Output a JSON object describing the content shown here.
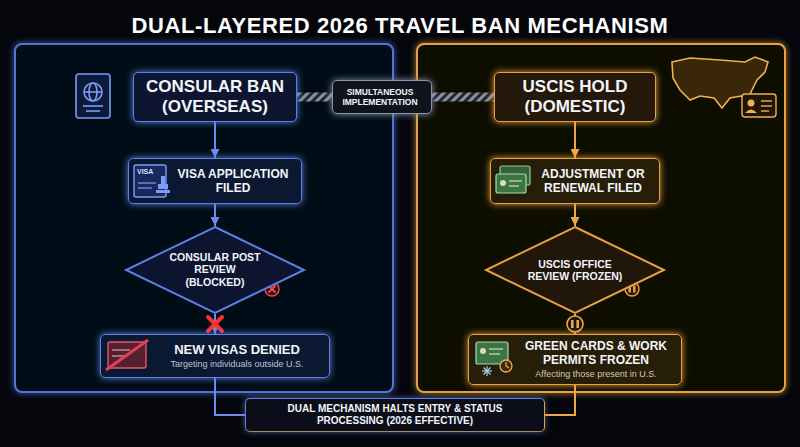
{
  "diagram": {
    "title": "DUAL-LAYERED 2026 TRAVEL BAN MECHANISM",
    "nodes": [
      {
        "text": [
          "CONSULAR BAN (OVERSEAS)"
        ]
      },
      {
        "text": [
          "SIMULTANEOUS IMPLEMENTATION"
        ]
      },
      {
        "text": [
          "USCIS HOLD (DOMESTIC)"
        ]
      },
      {
        "text": [
          "VISA APPLICATION FILED"
        ]
      },
      {
        "text": [
          "ADJUSTMENT OR RENEWAL FILED"
        ]
      },
      {
        "text": [
          "CONSULAR POST REVIEW (BLOCKED)"
        ]
      },
      {
        "text": [
          "USCIS OFFICE REVIEW (FROZEN)"
        ]
      },
      {
        "text": [
          "NEW VISAS DENIED",
          "Targeting individuals outside U.S."
        ]
      },
      {
        "text": [
          "GREEN CARDS & WORK PERMITS FROZEN",
          "Affecting those present in U.S."
        ]
      },
      {
        "text": [
          "DUAL MECHANISM HALTS ENTRY & STATUS PROCESSING (2026 EFFECTIVE)"
        ]
      }
    ],
    "edges": [
      {
        "from": 0,
        "to": 1,
        "arrow": "none"
      },
      {
        "from": 1,
        "to": 2,
        "arrow": "none"
      },
      {
        "from": 0,
        "to": 3,
        "arrow": "to"
      },
      {
        "from": 3,
        "to": 5,
        "arrow": "to"
      },
      {
        "from": 5,
        "to": 7,
        "arrow": "to"
      },
      {
        "from": 2,
        "to": 4,
        "arrow": "to"
      },
      {
        "from": 4,
        "to": 6,
        "arrow": "to"
      },
      {
        "from": 6,
        "to": 8,
        "arrow": "to"
      },
      {
        "from": 7,
        "to": 9,
        "arrow": "none"
      },
      {
        "from": 8,
        "to": 9,
        "arrow": "none"
      }
    ],
    "labels": [
      "VISA"
    ]
  }
}
